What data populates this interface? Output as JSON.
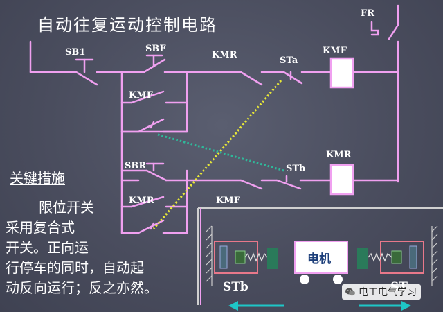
{
  "title": "自动往复运动控制电路",
  "labels": {
    "fr": "FR",
    "sb1": "SB1",
    "sbf": "SBF",
    "kmr_top": "KMR",
    "sta": "STa",
    "kmf_coil": "KMF",
    "kmf_hold": "KMF",
    "sbr": "SBR",
    "stb": "STb",
    "kmr_coil": "KMR",
    "kmr_hold": "KMR",
    "kmf_interlock": "KMF"
  },
  "side_text": {
    "heading": "关键措施",
    "lines": [
      "限位开关",
      "采用复合式",
      "开关。正向运",
      "行停车的同时，自动起",
      "动反向运行；反之亦然。"
    ]
  },
  "mechanism": {
    "motor": "电机",
    "left_switch": "STb",
    "right_switch": "ST"
  },
  "watermark": {
    "text": "电工电气学习",
    "icon": "wechat-icon"
  },
  "colors": {
    "background": "#4b4f60",
    "wire": "#f0a0f0",
    "coil_fill": "#ffffff",
    "yellow_dotted": "#e8e838",
    "green_dotted": "#2fb89a",
    "arrow": "#1ec7c7",
    "switch_box": "#e8788a",
    "rail": "#cccccc"
  }
}
